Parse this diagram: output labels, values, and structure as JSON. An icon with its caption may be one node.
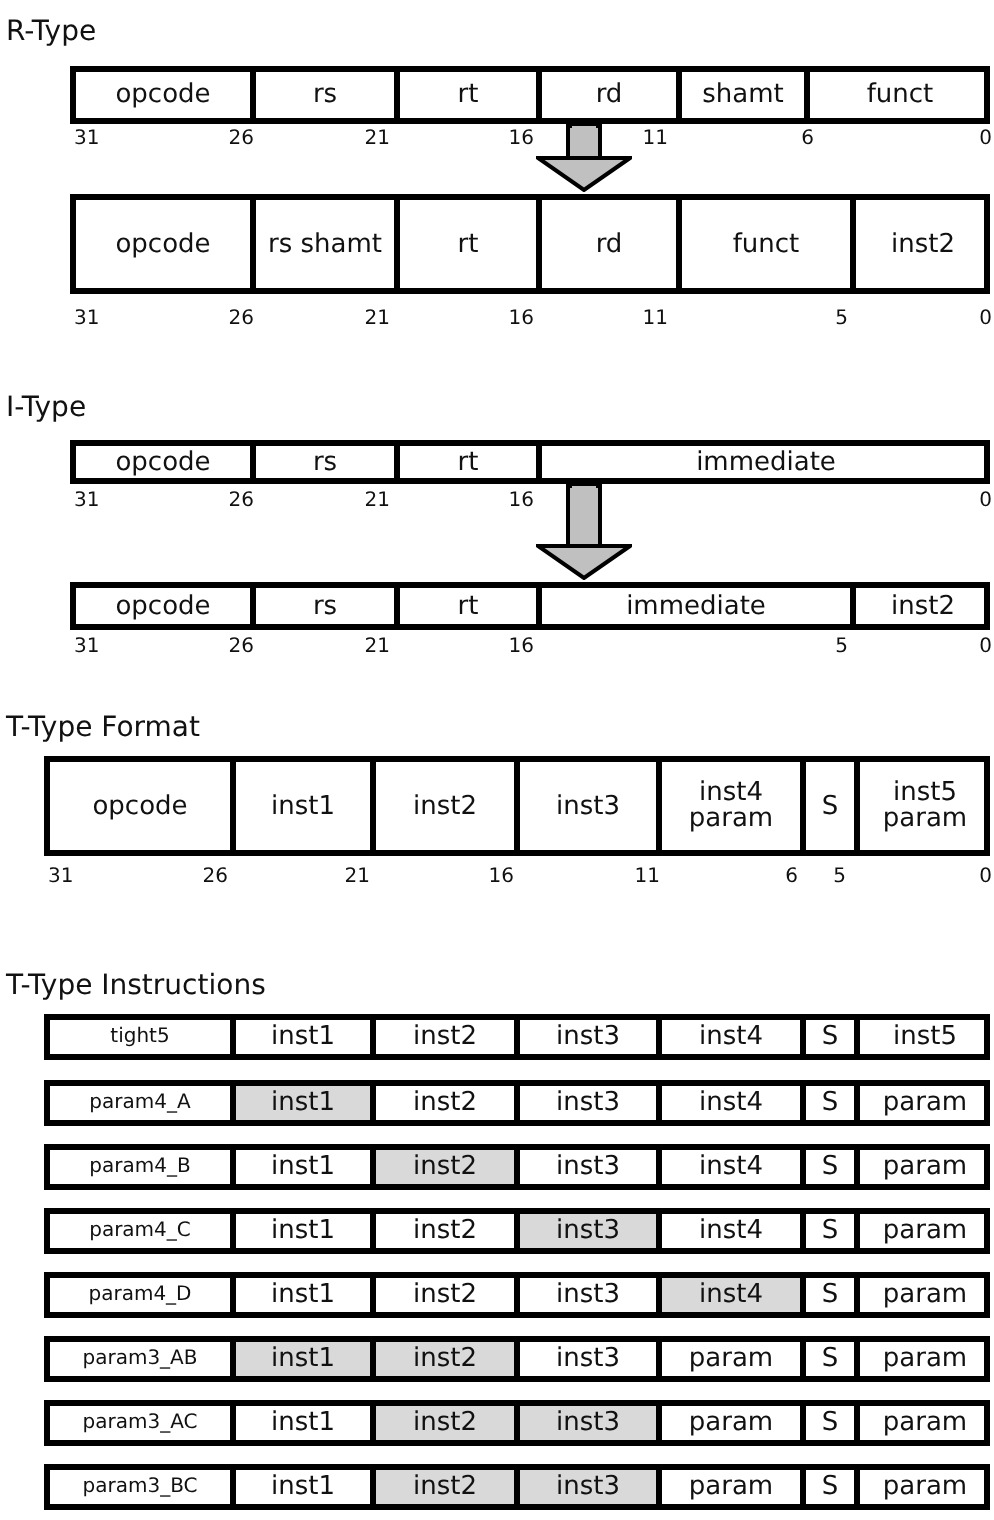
{
  "diagram": {
    "nodes": [
      {
        "text": [],
        "shape": "bar"
      },
      {
        "text": [
          "opcode"
        ],
        "in": 0
      },
      {
        "text": [
          "rs"
        ],
        "in": 0
      },
      {
        "text": [
          "rt"
        ],
        "in": 0
      },
      {
        "text": [
          "rd"
        ],
        "in": 0
      },
      {
        "text": [
          "shamt"
        ],
        "in": 0
      },
      {
        "text": [
          "funct"
        ],
        "in": 0
      },
      {
        "text": [],
        "shape": "bar"
      },
      {
        "text": [
          "opcode"
        ],
        "in": 7
      },
      {
        "text": [
          "rs shamt"
        ],
        "in": 7
      },
      {
        "text": [
          "rt"
        ],
        "in": 7
      },
      {
        "text": [
          "rd"
        ],
        "in": 7
      },
      {
        "text": [
          "funct"
        ],
        "in": 7
      },
      {
        "text": [
          "inst2"
        ],
        "in": 7
      },
      {
        "text": [],
        "shape": "bar"
      },
      {
        "text": [
          "opcode"
        ],
        "in": 14
      },
      {
        "text": [
          "rs"
        ],
        "in": 14
      },
      {
        "text": [
          "rt"
        ],
        "in": 14
      },
      {
        "text": [
          "immediate"
        ],
        "in": 14
      },
      {
        "text": [],
        "shape": "bar"
      },
      {
        "text": [
          "opcode"
        ],
        "in": 19
      },
      {
        "text": [
          "rs"
        ],
        "in": 19
      },
      {
        "text": [
          "rt"
        ],
        "in": 19
      },
      {
        "text": [
          "immediate"
        ],
        "in": 19
      },
      {
        "text": [
          "inst2"
        ],
        "in": 19
      },
      {
        "text": [],
        "shape": "bar"
      },
      {
        "text": [
          "opcode"
        ],
        "in": 25
      },
      {
        "text": [
          "inst1"
        ],
        "in": 25
      },
      {
        "text": [
          "inst2"
        ],
        "in": 25
      },
      {
        "text": [
          "inst3"
        ],
        "in": 25
      },
      {
        "text": [
          "inst4 param"
        ],
        "in": 25
      },
      {
        "text": [
          "S"
        ],
        "in": 25
      },
      {
        "text": [
          "inst5 param"
        ],
        "in": 25
      },
      {
        "text": [],
        "shape": "bar"
      },
      {
        "text": [
          "tight5"
        ],
        "in": 33
      },
      {
        "text": [
          "inst1"
        ],
        "in": 33
      },
      {
        "text": [
          "inst2"
        ],
        "in": 33
      },
      {
        "text": [
          "inst3"
        ],
        "in": 33
      },
      {
        "text": [
          "inst4"
        ],
        "in": 33
      },
      {
        "text": [
          "S"
        ],
        "in": 33
      },
      {
        "text": [
          "inst5"
        ],
        "in": 33
      },
      {
        "text": [],
        "shape": "bar"
      },
      {
        "text": [
          "param4_A"
        ],
        "in": 41
      },
      {
        "text": [
          "inst1"
        ],
        "in": 41
      },
      {
        "text": [
          "inst2"
        ],
        "in": 41
      },
      {
        "text": [
          "inst3"
        ],
        "in": 41
      },
      {
        "text": [
          "inst4"
        ],
        "in": 41
      },
      {
        "text": [
          "S"
        ],
        "in": 41
      },
      {
        "text": [
          "param"
        ],
        "in": 41
      },
      {
        "text": [],
        "shape": "bar"
      },
      {
        "text": [
          "param4_B"
        ],
        "in": 49
      },
      {
        "text": [
          "inst1"
        ],
        "in": 49
      },
      {
        "text": [
          "inst2"
        ],
        "in": 49
      },
      {
        "text": [
          "inst3"
        ],
        "in": 49
      },
      {
        "text": [
          "inst4"
        ],
        "in": 49
      },
      {
        "text": [
          "S"
        ],
        "in": 49
      },
      {
        "text": [
          "param"
        ],
        "in": 49
      },
      {
        "text": [],
        "shape": "bar"
      },
      {
        "text": [
          "param4_C"
        ],
        "in": 57
      },
      {
        "text": [
          "inst1"
        ],
        "in": 57
      },
      {
        "text": [
          "inst2"
        ],
        "in": 57
      },
      {
        "text": [
          "inst3"
        ],
        "in": 57
      },
      {
        "text": [
          "inst4"
        ],
        "in": 57
      },
      {
        "text": [
          "S"
        ],
        "in": 57
      },
      {
        "text": [
          "param"
        ],
        "in": 57
      },
      {
        "text": [],
        "shape": "bar"
      },
      {
        "text": [
          "param4_D"
        ],
        "in": 65
      },
      {
        "text": [
          "inst1"
        ],
        "in": 65
      },
      {
        "text": [
          "inst2"
        ],
        "in": 65
      },
      {
        "text": [
          "inst3"
        ],
        "in": 65
      },
      {
        "text": [
          "inst4"
        ],
        "in": 65
      },
      {
        "text": [
          "S"
        ],
        "in": 65
      },
      {
        "text": [
          "param"
        ],
        "in": 65
      },
      {
        "text": [],
        "shape": "bar"
      },
      {
        "text": [
          "param3_AB"
        ],
        "in": 73
      },
      {
        "text": [
          "inst1"
        ],
        "in": 73
      },
      {
        "text": [
          "inst2"
        ],
        "in": 73
      },
      {
        "text": [
          "inst3"
        ],
        "in": 73
      },
      {
        "text": [
          "param"
        ],
        "in": 73
      },
      {
        "text": [
          "S"
        ],
        "in": 73
      },
      {
        "text": [
          "param"
        ],
        "in": 73
      },
      {
        "text": [],
        "shape": "bar"
      },
      {
        "text": [
          "param3_AC"
        ],
        "in": 81
      },
      {
        "text": [
          "inst1"
        ],
        "in": 81
      },
      {
        "text": [
          "inst2"
        ],
        "in": 81
      },
      {
        "text": [
          "inst3"
        ],
        "in": 81
      },
      {
        "text": [
          "param"
        ],
        "in": 81
      },
      {
        "text": [
          "S"
        ],
        "in": 81
      },
      {
        "text": [
          "param"
        ],
        "in": 81
      },
      {
        "text": [],
        "shape": "bar"
      },
      {
        "text": [
          "param3_BC"
        ],
        "in": 89
      },
      {
        "text": [
          "inst1"
        ],
        "in": 89
      },
      {
        "text": [
          "inst2"
        ],
        "in": 89
      },
      {
        "text": [
          "inst3"
        ],
        "in": 89
      },
      {
        "text": [
          "param"
        ],
        "in": 89
      },
      {
        "text": [
          "S"
        ],
        "in": 89
      },
      {
        "text": [
          "param"
        ],
        "in": 89
      }
    ],
    "edges": [
      {
        "from": 0,
        "to": 7,
        "arrow": "to"
      },
      {
        "from": 14,
        "to": 19,
        "arrow": "to"
      }
    ],
    "labels": [
      "R-Type",
      "31",
      "26",
      "21",
      "16",
      "11",
      "6",
      "0",
      "31",
      "26",
      "21",
      "16",
      "11",
      "5",
      "0",
      "I-Type",
      "31",
      "26",
      "21",
      "16",
      "0",
      "31",
      "26",
      "21",
      "16",
      "5",
      "0",
      "T-Type Format",
      "31",
      "26",
      "21",
      "16",
      "11",
      "6",
      "5",
      "0",
      "T-Type Instructions"
    ]
  }
}
